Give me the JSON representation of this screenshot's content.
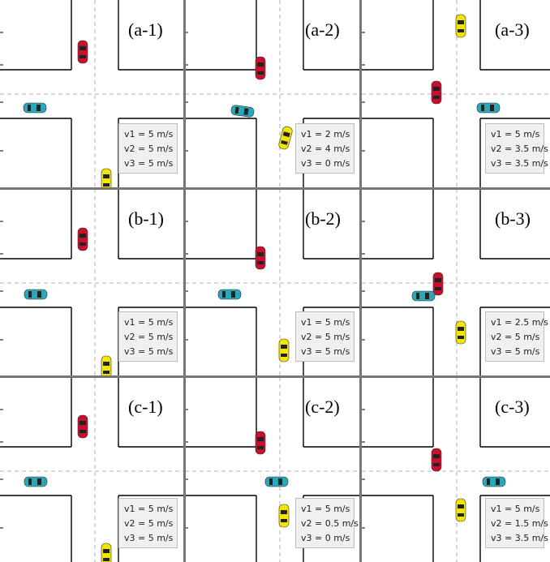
{
  "panels": [
    {
      "label": "(a-1)",
      "v1": "v1 = 5 m/s",
      "v2": "v2 = 5 m/s",
      "v3": "v3 = 5 m/s"
    },
    {
      "label": "(a-2)",
      "v1": "v1 = 2 m/s",
      "v2": "v2 = 4 m/s",
      "v3": "v3 = 0 m/s"
    },
    {
      "label": "(a-3)",
      "v1": "v1 = 5 m/s",
      "v2": "v2 = 3.5 m/s",
      "v3": "v3 = 3.5 m/s"
    },
    {
      "label": "(b-1)",
      "v1": "v1 = 5 m/s",
      "v2": "v2 = 5 m/s",
      "v3": "v3 = 5 m/s"
    },
    {
      "label": "(b-2)",
      "v1": "v1 = 5 m/s",
      "v2": "v2 = 5 m/s",
      "v3": "v3 = 5 m/s"
    },
    {
      "label": "(b-3)",
      "v1": "v1 = 2.5 m/s",
      "v2": "v2 = 5 m/s",
      "v3": "v3 = 5 m/s"
    },
    {
      "label": "(c-1)",
      "v1": "v1 = 5 m/s",
      "v2": "v2 = 5 m/s",
      "v3": "v3 = 5 m/s"
    },
    {
      "label": "(c-2)",
      "v1": "v1 = 5 m/s",
      "v2": "v2 = 0.5 m/s",
      "v3": "v3 = 0 m/s"
    },
    {
      "label": "(c-3)",
      "v1": "v1 = 5 m/s",
      "v2": "v2 = 1.5 m/s",
      "v3": "v3 = 3.5 m/s"
    }
  ],
  "colors": {
    "car_red": "#c8102e",
    "car_blue": "#2aa8b8",
    "car_yellow": "#f2e600",
    "road_dash": "#b0b0b0",
    "block_line": "#000000"
  }
}
